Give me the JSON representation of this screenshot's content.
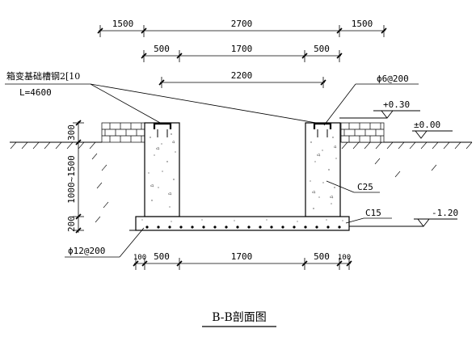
{
  "title": "B-B剖面图",
  "dims": {
    "top_row1": [
      "1500",
      "2700",
      "1500"
    ],
    "top_row2": [
      "500",
      "1700",
      "500"
    ],
    "top_row3": "2200",
    "bottom_row": [
      "100",
      "500",
      "1700",
      "500",
      "100"
    ],
    "left_vertical": [
      "300",
      "1000~1500",
      "200"
    ]
  },
  "labels": {
    "channel_steel_line1": "箱变基础槽钢2[10",
    "channel_steel_line2": "L=4600",
    "rebar_top": "ϕ6@200",
    "rebar_bottom": "ϕ12@200",
    "concrete_wall": "C25",
    "concrete_base": "C15"
  },
  "elevations": [
    "+0.30",
    "±0.00",
    "-1.20"
  ]
}
